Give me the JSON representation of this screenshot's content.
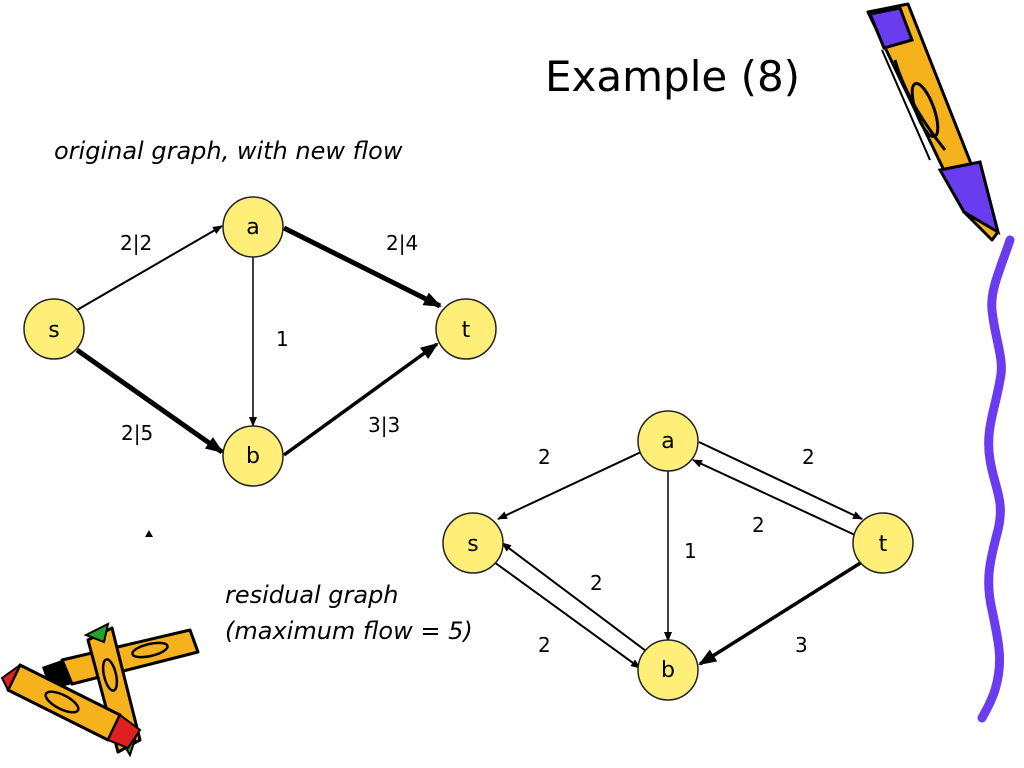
{
  "title": "Example (8)",
  "captions": {
    "original": "original graph, with new flow",
    "residual_line1": "residual graph",
    "residual_line2": "(maximum flow = 5)"
  },
  "colors": {
    "node_fill": "#ffee77",
    "node_stroke": "#222222",
    "edge": "#000000",
    "crayon_yellow": "#f5b21c",
    "crayon_purple": "#6a3cf0",
    "crayon_red": "#e02020",
    "crayon_green": "#27a12b"
  },
  "original_graph": {
    "nodes": {
      "s": "s",
      "a": "a",
      "b": "b",
      "t": "t"
    },
    "edges": {
      "sa": "2|2",
      "at": "2|4",
      "ab": "1",
      "sb": "2|5",
      "bt": "3|3"
    }
  },
  "residual_graph": {
    "nodes": {
      "s": "s",
      "a": "a",
      "b": "b",
      "t": "t"
    },
    "edges": {
      "as": "2",
      "at": "2",
      "ta": "2",
      "ab": "1",
      "sb_forward": "2",
      "bs_back": "2",
      "tb": "3"
    }
  },
  "decor": {
    "pencil_icon": "pencil-icon",
    "crayons_icon": "crayons-icon",
    "squiggle_icon": "squiggle-border-icon"
  }
}
